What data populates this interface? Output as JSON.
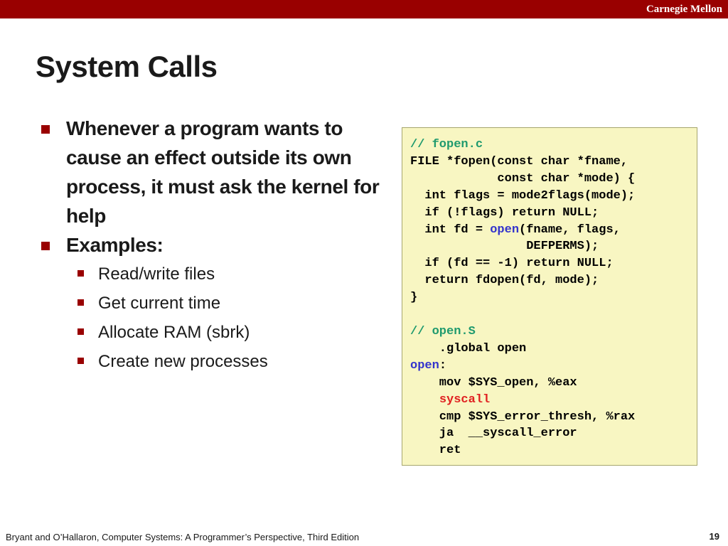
{
  "header": {
    "brand": "Carnegie Mellon",
    "bar_color": "#990000"
  },
  "slide": {
    "title": "System Calls",
    "bullets": [
      {
        "text": "Whenever a program wants to cause an effect outside its own process, it must ask the kernel for help"
      },
      {
        "text": "Examples:"
      }
    ],
    "sub_bullets": [
      {
        "text": "Read/write files"
      },
      {
        "text": "Get current time"
      },
      {
        "text": "Allocate RAM (sbrk)"
      },
      {
        "text": "Create new processes"
      }
    ]
  },
  "code": {
    "comment_color": "#1f9a6e",
    "keyword_color": "#3333cc",
    "highlight_color": "#e02020",
    "lines": [
      {
        "segments": [
          {
            "text": "// fopen.c",
            "style": "comment"
          }
        ]
      },
      {
        "segments": [
          {
            "text": "FILE *fopen(const char *fname,",
            "style": "plain"
          }
        ]
      },
      {
        "segments": [
          {
            "text": "            const char *mode) {",
            "style": "plain"
          }
        ]
      },
      {
        "segments": [
          {
            "text": "  int flags = mode2flags(mode);",
            "style": "plain"
          }
        ]
      },
      {
        "segments": [
          {
            "text": "  if (!flags) return NULL;",
            "style": "plain"
          }
        ]
      },
      {
        "segments": [
          {
            "text": "  int fd = ",
            "style": "plain"
          },
          {
            "text": "open",
            "style": "keyword"
          },
          {
            "text": "(fname, flags,",
            "style": "plain"
          }
        ]
      },
      {
        "segments": [
          {
            "text": "                DEFPERMS);",
            "style": "plain"
          }
        ]
      },
      {
        "segments": [
          {
            "text": "  if (fd == -1) return NULL;",
            "style": "plain"
          }
        ]
      },
      {
        "segments": [
          {
            "text": "  return fdopen(fd, mode);",
            "style": "plain"
          }
        ]
      },
      {
        "segments": [
          {
            "text": "}",
            "style": "plain"
          }
        ]
      },
      {
        "segments": [
          {
            "text": "",
            "style": "plain"
          }
        ]
      },
      {
        "segments": [
          {
            "text": "// open.S",
            "style": "comment"
          }
        ]
      },
      {
        "segments": [
          {
            "text": "    .global open",
            "style": "plain"
          }
        ]
      },
      {
        "segments": [
          {
            "text": "open",
            "style": "keyword"
          },
          {
            "text": ":",
            "style": "plain"
          }
        ]
      },
      {
        "segments": [
          {
            "text": "    mov $SYS_open, %eax",
            "style": "plain"
          }
        ]
      },
      {
        "segments": [
          {
            "text": "    ",
            "style": "plain"
          },
          {
            "text": "syscall",
            "style": "highlight"
          }
        ]
      },
      {
        "segments": [
          {
            "text": "    cmp $SYS_error_thresh, %rax",
            "style": "plain"
          }
        ]
      },
      {
        "segments": [
          {
            "text": "    ja  __syscall_error",
            "style": "plain"
          }
        ]
      },
      {
        "segments": [
          {
            "text": "    ret",
            "style": "plain"
          }
        ]
      }
    ]
  },
  "footer": {
    "citation": "Bryant and O’Hallaron, Computer Systems: A Programmer’s Perspective, Third Edition",
    "page_number": "19"
  }
}
